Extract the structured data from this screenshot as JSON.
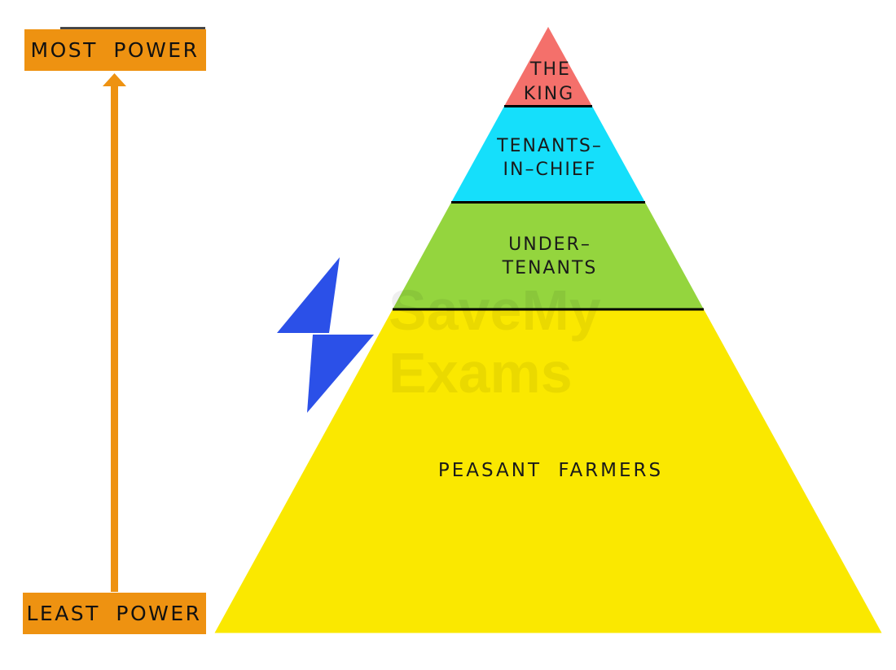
{
  "power_scale": {
    "top_label": "MOST POWER",
    "bottom_label": "LEAST POWER",
    "color": "#EE9211",
    "text_color": "#111111"
  },
  "pyramid": {
    "tiers": [
      {
        "name": "THE KING",
        "lines": [
          "THE",
          "KING"
        ],
        "color": "#F4706B"
      },
      {
        "name": "TENANTS-IN-CHIEF",
        "lines": [
          "TENANTS–",
          "IN–CHIEF"
        ],
        "color": "#15DFFB"
      },
      {
        "name": "UNDER-TENANTS",
        "lines": [
          "UNDER–",
          "TENANTS"
        ],
        "color": "#94D53E"
      },
      {
        "name": "PEASANT FARMERS",
        "lines": [
          "PEASANT FARMERS"
        ],
        "color": "#FAE800"
      }
    ],
    "divider_color": "#000000",
    "label_color": "#1A1A1A"
  },
  "watermark": {
    "line1": "SaveMy",
    "line2": "Exams"
  },
  "icons": {
    "lightning_bolt": {
      "color": "#2B50E8"
    }
  }
}
